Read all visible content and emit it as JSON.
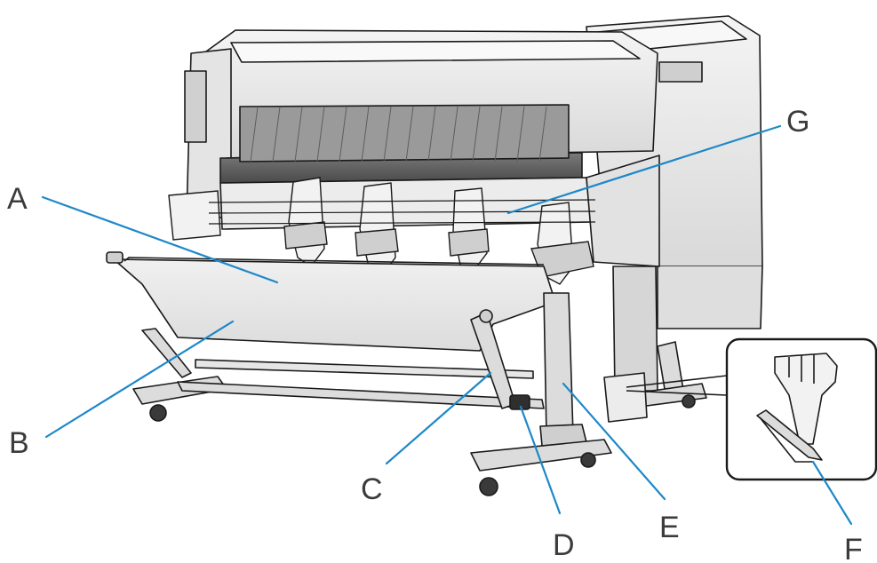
{
  "diagram": {
    "callouts": [
      {
        "letter": "A",
        "part": "basket-cloth-upper"
      },
      {
        "letter": "B",
        "part": "basket-cloth-lower"
      },
      {
        "letter": "C",
        "part": "basket-arm"
      },
      {
        "letter": "D",
        "part": "arm-joint"
      },
      {
        "letter": "E",
        "part": "stand-leg"
      },
      {
        "letter": "F",
        "part": "hook-accessory"
      },
      {
        "letter": "G",
        "part": "media-guide"
      }
    ],
    "leader_color": "#1e88c8",
    "letter_color": "#3b3b3b",
    "printer_color": "#ececec",
    "outline_color": "#1a1a1a"
  }
}
